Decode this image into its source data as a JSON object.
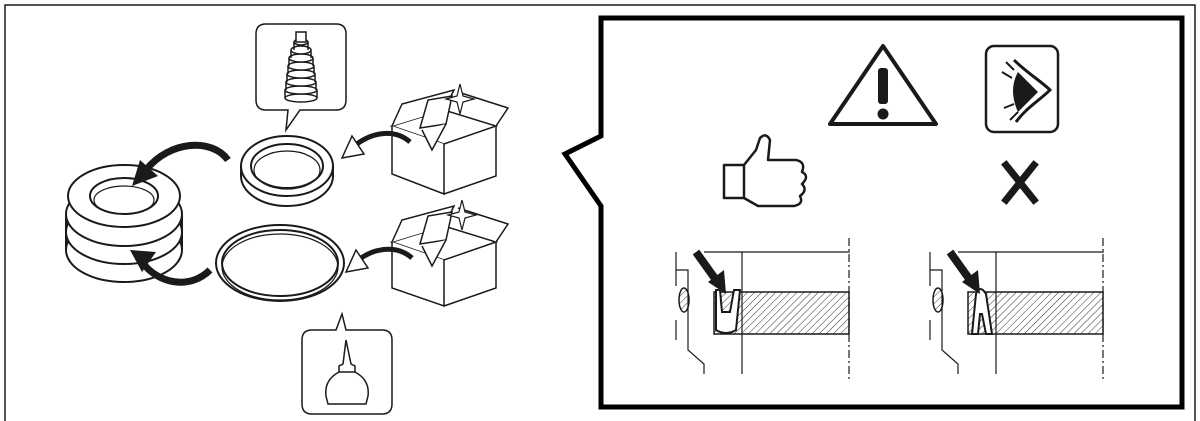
{
  "figure": {
    "kind": "installation-instruction-diagram",
    "text_labels": [],
    "colors": {
      "line": "#1a1a1a",
      "background": "#ffffff",
      "frame": "#000000"
    },
    "icons": {
      "warning": "warning-triangle-icon",
      "inspect": "eye-inspection-icon",
      "correct": "thumbs-up-icon",
      "incorrect": "cross-mark-icon",
      "grease": "grease-jar-icon",
      "oil": "oil-bottle-icon"
    },
    "steps": [
      {
        "part": "seal-ring",
        "source": "new-parts-box",
        "lubricant": "grease"
      },
      {
        "part": "o-ring",
        "source": "new-parts-box",
        "lubricant": "oil"
      }
    ],
    "comparison": [
      {
        "verdict": "correct",
        "lip_orientation": "open-up"
      },
      {
        "verdict": "incorrect",
        "lip_orientation": "inverted"
      }
    ]
  }
}
